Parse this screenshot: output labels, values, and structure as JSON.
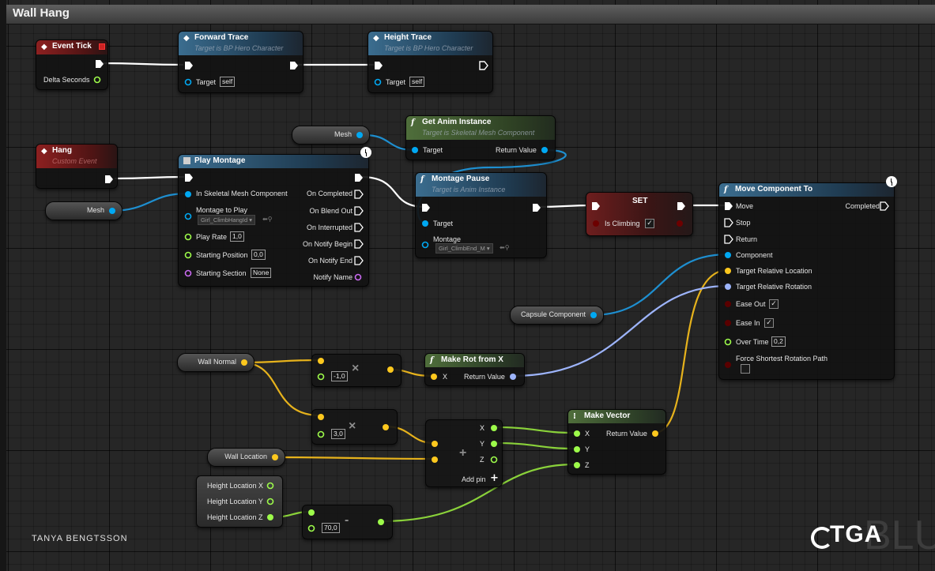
{
  "graph_title": "Wall Hang",
  "credit": "TANYA BENGTSSON",
  "logo": "TGA",
  "watermark": "BLU",
  "colors": {
    "exec": "#ffffff",
    "object": "#00a8f2",
    "vector": "#fdc81e",
    "float": "#9dfb4a",
    "rotator": "#9db4fb",
    "name": "#c86aef",
    "bool": "#8b0000"
  },
  "nodes": {
    "event_tick": {
      "title": "Event Tick",
      "pin": "Delta Seconds"
    },
    "forward_trace": {
      "title": "Forward Trace",
      "subtitle": "Target is BP Hero Character",
      "pin": "Target",
      "value": "self"
    },
    "height_trace": {
      "title": "Height Trace",
      "subtitle": "Target is BP Hero Character",
      "pin": "Target",
      "value": "self"
    },
    "hang": {
      "title": "Hang",
      "subtitle": "Custom Event"
    },
    "mesh_var_top": {
      "label": "Mesh"
    },
    "mesh_var_left": {
      "label": "Mesh"
    },
    "get_anim": {
      "title": "Get Anim Instance",
      "subtitle": "Target is Skeletal Mesh Component",
      "pin_in": "Target",
      "pin_out": "Return Value"
    },
    "play_montage": {
      "title": "Play Montage",
      "in_pins": [
        "In Skeletal Mesh Component",
        "Montage to Play",
        "Play Rate",
        "Starting Position",
        "Starting Section"
      ],
      "montage_value": "Girl_ClimbHangId",
      "play_rate": "1,0",
      "start_pos": "0,0",
      "start_section": "None",
      "out_pins": [
        "On Completed",
        "On Blend Out",
        "On Interrupted",
        "On Notify Begin",
        "On Notify End",
        "Notify Name"
      ]
    },
    "montage_pause": {
      "title": "Montage Pause",
      "subtitle": "Target is Anim Instance",
      "pin_target": "Target",
      "pin_montage": "Montage",
      "montage_value": "Girl_ClimbEnd_M"
    },
    "set": {
      "title": "SET",
      "pin": "Is Climbing",
      "checked": true
    },
    "move_component": {
      "title": "Move Component To",
      "pins": [
        "Move",
        "Stop",
        "Return",
        "Component",
        "Target Relative Location",
        "Target Relative Rotation",
        "Ease Out",
        "Ease In",
        "Over Time",
        "Force Shortest Rotation Path"
      ],
      "completed": "Completed",
      "over_time": "0,2",
      "ease_out": true,
      "ease_in": true,
      "force_shortest": false
    },
    "capsule": {
      "label": "Capsule Component"
    },
    "wall_normal": {
      "label": "Wall Normal"
    },
    "mult1": {
      "value": "-1,0",
      "symbol": "×"
    },
    "mult2": {
      "value": "3,0",
      "symbol": "×"
    },
    "make_rot": {
      "title": "Make Rot from X",
      "pin_in": "X",
      "pin_out": "Return Value"
    },
    "add_node": {
      "symbol": "+",
      "pins": [
        "X",
        "Y",
        "Z"
      ],
      "add_pin": "Add pin"
    },
    "wall_location": {
      "label": "Wall Location"
    },
    "height_break": {
      "pins": [
        "Height Location X",
        "Height Location Y",
        "Height Location Z"
      ]
    },
    "subtract": {
      "value": "70,0",
      "symbol": "-"
    },
    "make_vector": {
      "title": "Make Vector",
      "pins": [
        "X",
        "Y",
        "Z"
      ],
      "pin_out": "Return Value"
    }
  }
}
